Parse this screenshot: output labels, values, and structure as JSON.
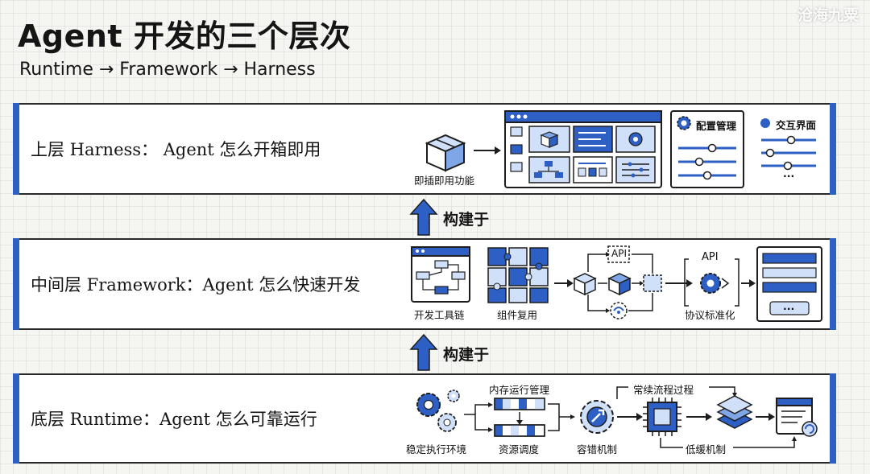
{
  "header": {
    "title": "Agent 开发的三个层次",
    "subtitle": "Runtime → Framework → Harness",
    "watermark": "沧海九粟"
  },
  "layers": [
    {
      "label": "上层 Harness： Agent 怎么开箱即用",
      "items": {
        "plugin": "即插即用功能",
        "config": "配置管理",
        "ui": "交互界面",
        "ellipsis": "..."
      }
    },
    {
      "label": "中间层 Framework：Agent 怎么快速开发",
      "items": {
        "toolchain": "开发工具链",
        "reuse": "组件复用",
        "api_box": "API",
        "api_gear": "API",
        "protocol": "协议标准化",
        "ellipsis": "..."
      }
    },
    {
      "label": "底层 Runtime：Agent 怎么可靠运行",
      "items": {
        "env": "稳定执行环境",
        "memory": "内存运行管理",
        "resource": "资源调度",
        "fault": "容错机制",
        "flow": "常续流程过程",
        "latency": "低缓机制"
      }
    }
  ],
  "connectors": {
    "built_on_1": "构建于",
    "built_on_2": "构建于"
  },
  "colors": {
    "accent": "#2d5fc4",
    "light_accent": "#cfe0f8",
    "border": "#2a2a2a"
  }
}
